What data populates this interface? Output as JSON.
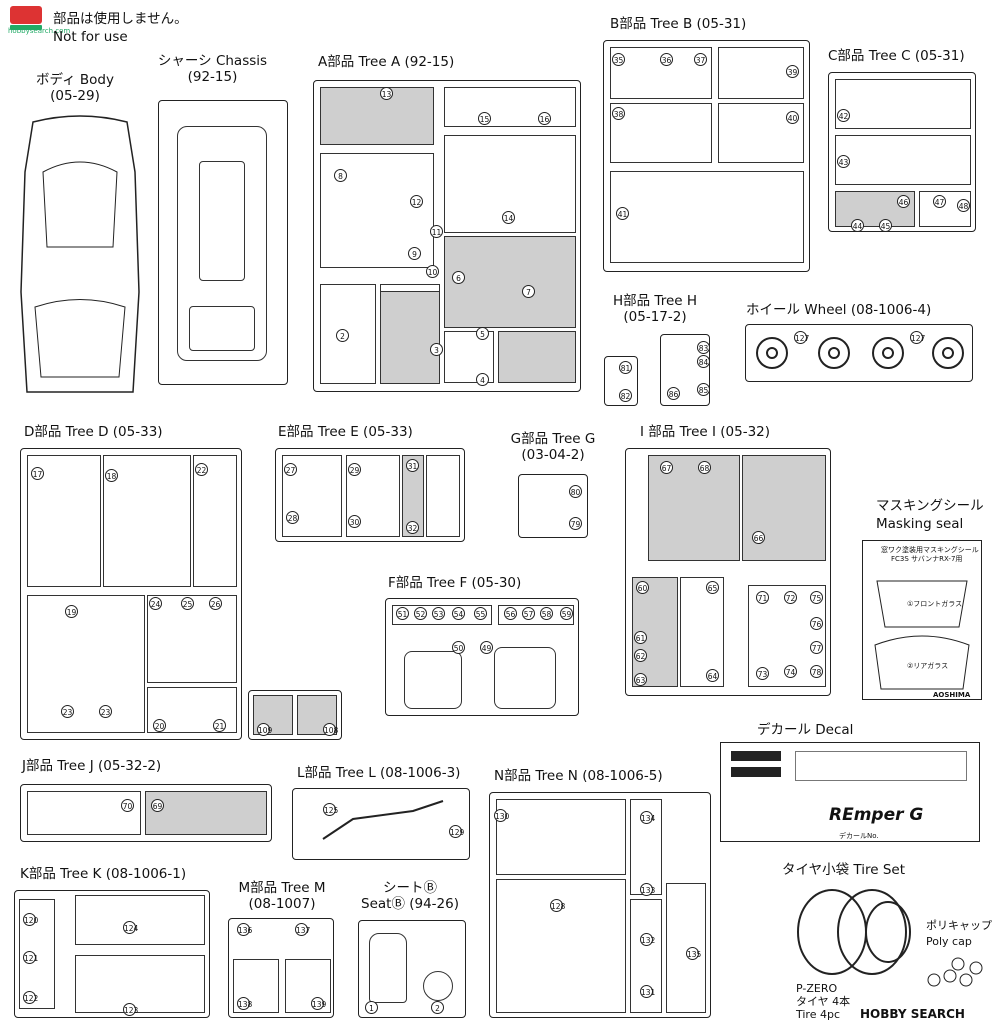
{
  "header": {
    "note_jp": "部品は使用しません。",
    "note_en": "Not for use",
    "watermark": "hobbysearch.com"
  },
  "labels": {
    "body": {
      "title": "ボディ Body",
      "code": "(05-29)"
    },
    "chassis": {
      "title": "シャーシ Chassis",
      "code": "(92-15)"
    },
    "tree_a": "A部品 Tree A (92-15)",
    "tree_b": "B部品 Tree B (05-31)",
    "tree_c": "C部品 Tree C (05-31)",
    "tree_h": {
      "title": "H部品 Tree H",
      "code": "(05-17-2)"
    },
    "wheel": "ホイール Wheel (08-1006-4)",
    "tree_d": "D部品 Tree D (05-33)",
    "tree_e": "E部品 Tree E (05-33)",
    "tree_g": {
      "title": "G部品 Tree G",
      "code": "(03-04-2)"
    },
    "tree_i": "I 部品 Tree I (05-32)",
    "masking": {
      "jp": "マスキングシール",
      "en": "Masking seal"
    },
    "tree_f": "F部品 Tree F (05-30)",
    "decal": "デカール Decal",
    "tree_j": "J部品 Tree J (05-32-2)",
    "tree_l": "L部品 Tree L (08-1006-3)",
    "tree_n": "N部品 Tree N (08-1006-5)",
    "tree_k": "K部品 Tree K (08-1006-1)",
    "tree_m": {
      "title": "M部品 Tree M",
      "code": "(08-1007)"
    },
    "seat": {
      "title": "シートⒷ",
      "code": "SeatⒷ (94-26)"
    },
    "tire": "タイヤ小袋 Tire Set",
    "polycap": {
      "jp": "ポリキャップ",
      "en": "Poly cap"
    },
    "pzero": {
      "name": "P-ZERO",
      "jp": "タイヤ 4本",
      "en": "Tire 4pc"
    },
    "logo": "HOBBY SEARCH"
  },
  "masking_sheet": {
    "title": "窓ワク塗装用マスキングシール",
    "sub": "FC3S サバンナRX-7用",
    "front": "①フロントガラス",
    "rear": "②リアガラス",
    "brand": "AOSHIMA"
  },
  "decal_sheet": {
    "brand": "REmper G",
    "small": "デカールNo."
  },
  "parts": {
    "a": [
      "13",
      "15",
      "16",
      "8",
      "12",
      "11",
      "9",
      "10",
      "14",
      "6",
      "7",
      "2",
      "3",
      "5",
      "4"
    ],
    "b": [
      "35",
      "36",
      "37",
      "39",
      "38",
      "40",
      "41"
    ],
    "c": [
      "42",
      "43",
      "44",
      "45",
      "46",
      "47",
      "48"
    ],
    "h": [
      "81",
      "82",
      "83",
      "84",
      "85",
      "86"
    ],
    "wheel": [
      "127",
      "127"
    ],
    "d": [
      "17",
      "18",
      "22",
      "19",
      "24",
      "25",
      "26",
      "23",
      "23",
      "20",
      "21",
      "109",
      "108"
    ],
    "e": [
      "27",
      "29",
      "31",
      "28",
      "30",
      "32"
    ],
    "g": [
      "80",
      "79"
    ],
    "i": [
      "67",
      "68",
      "66",
      "60",
      "65",
      "61",
      "62",
      "63",
      "64",
      "71",
      "72",
      "73",
      "74",
      "75",
      "76",
      "77",
      "78"
    ],
    "f": [
      "51",
      "52",
      "53",
      "54",
      "55",
      "56",
      "57",
      "58",
      "59",
      "50",
      "49"
    ],
    "j": [
      "70",
      "69"
    ],
    "l": [
      "125",
      "129"
    ],
    "n": [
      "130",
      "134",
      "133",
      "128",
      "132",
      "131",
      "135"
    ],
    "k": [
      "120",
      "124",
      "121",
      "122",
      "123"
    ],
    "m": [
      "136",
      "137",
      "138",
      "139"
    ],
    "seat": [
      "1",
      "2"
    ]
  }
}
